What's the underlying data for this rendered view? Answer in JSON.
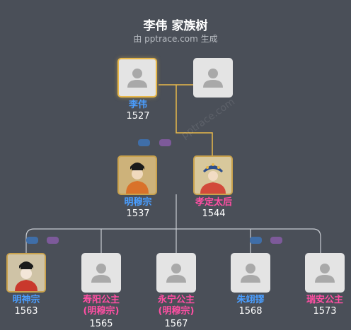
{
  "title": "李伟 家族树",
  "subtitle": "由 pptrace.com 生成",
  "watermark": "pptrace.com",
  "colors": {
    "male": "#4a9eff",
    "female": "#ff4fa3",
    "link": "#e8b84a",
    "line": "#c8ccd2"
  },
  "gen1": {
    "person": {
      "name": "李伟",
      "year": "1527",
      "gender": "male",
      "photo": "placeholder"
    },
    "spouse": {
      "name": "",
      "year": "",
      "photo": "placeholder"
    }
  },
  "gen2": {
    "person": {
      "name": "明穆宗",
      "year": "1537",
      "gender": "male",
      "photo": "portrait"
    },
    "spouse": {
      "name": "孝定太后",
      "year": "1544",
      "gender": "female",
      "photo": "portrait"
    }
  },
  "children": [
    {
      "name": "明神宗",
      "year": "1563",
      "gender": "male",
      "photo": "portrait"
    },
    {
      "name": "寿阳公主",
      "note": "(明穆宗)",
      "year": "1565",
      "gender": "female",
      "photo": "placeholder"
    },
    {
      "name": "永宁公主",
      "note": "(明穆宗)",
      "year": "1567",
      "gender": "female",
      "photo": "placeholder"
    },
    {
      "name": "朱翊镠",
      "year": "1568",
      "gender": "male",
      "photo": "placeholder"
    },
    {
      "name": "瑞安公主",
      "year": "1573",
      "gender": "female",
      "photo": "placeholder"
    }
  ]
}
